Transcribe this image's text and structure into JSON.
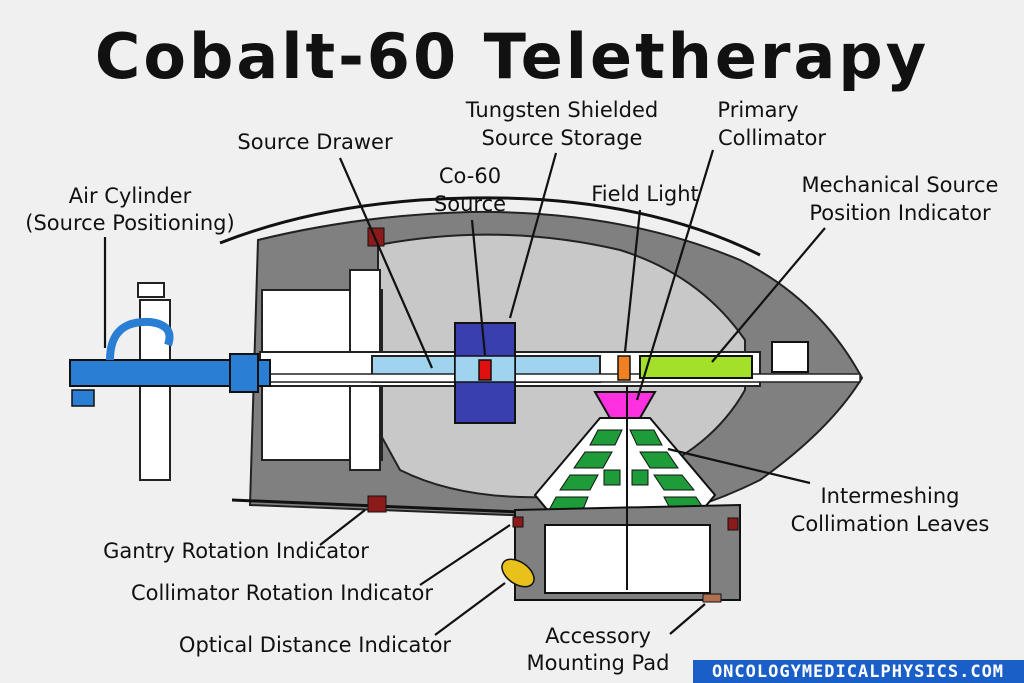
{
  "title": "Cobalt-60 Teletherapy",
  "labels": {
    "air_cylinder_1": "Air Cylinder",
    "air_cylinder_2": "(Source Positioning)",
    "source_drawer": "Source Drawer",
    "tungsten_1": "Tungsten Shielded",
    "tungsten_2": "Source Storage",
    "co60_1": "Co-60",
    "co60_2": "Source",
    "primary_coll_1": "Primary",
    "primary_coll_2": "Collimator",
    "field_light": "Field Light",
    "mech_indicator_1": "Mechanical Source",
    "mech_indicator_2": "Position Indicator",
    "leaves_1": "Intermeshing",
    "leaves_2": "Collimation Leaves",
    "gantry_rot": "Gantry Rotation Indicator",
    "coll_rot": "Collimator Rotation Indicator",
    "optical_dist": "Optical Distance Indicator",
    "accessory_1": "Accessory",
    "accessory_2": "Mounting Pad"
  },
  "credit": "ONCOLOGYMEDICALPHYSICS.COM",
  "colors": {
    "head_gray": "#808080",
    "inner_gray": "#c8c8c8",
    "drawer_blue": "#9fd3ee",
    "cylinder_blue": "#2a7fd4",
    "tungsten": "#3a3fb0",
    "source_red": "#e01010",
    "field_light": "#f08020",
    "indicator_green": "#a4e02a",
    "collimator_magenta": "#ff30e0",
    "leaf_green": "#1f9c3a",
    "indicator_maroon": "#8b1a1a",
    "optical_yellow": "#e8c21a",
    "credit_bg": "#1a5fc8"
  }
}
